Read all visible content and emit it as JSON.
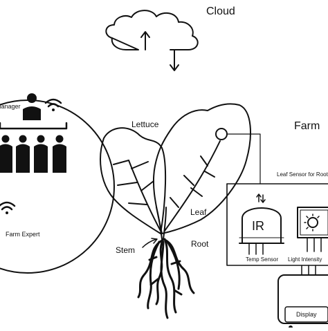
{
  "labels": {
    "cloud": "Cloud",
    "farm": "Farm",
    "lettuce": "Lettuce",
    "leaf": "Leaf",
    "stem": "Stem",
    "root": "Root",
    "manager": "Manager",
    "farm_expert": "Farm Expert",
    "leaf_sensor": "Leaf Sensor for Root",
    "ir": "IR",
    "temp_sensor": "Temp Sensor",
    "light_intensity": "Light Intensity",
    "display": "Display"
  },
  "icons": {
    "cloud": "cloud-icon",
    "upload_arrow": "arrow-up-icon",
    "download_arrow": "arrow-down-icon",
    "wifi": "wifi-icon",
    "team": "team-icon",
    "ir_sensor": "ir-sensor-icon",
    "light_sensor": "sun-sensor-icon",
    "display": "display-device-icon"
  },
  "colors": {
    "stroke": "#111111",
    "background": "#ffffff"
  }
}
